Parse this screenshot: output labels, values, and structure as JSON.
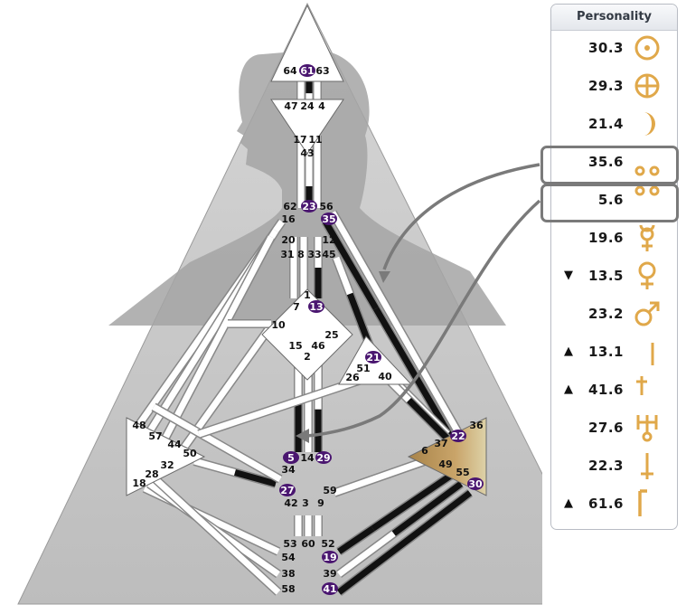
{
  "panel": {
    "title": "Personality",
    "rows": [
      {
        "mark": "",
        "value": "30.3",
        "planet": "sun-icon"
      },
      {
        "mark": "",
        "value": "29.3",
        "planet": "earth-icon"
      },
      {
        "mark": "",
        "value": "21.4",
        "planet": "moon-icon"
      },
      {
        "mark": "",
        "value": "35.6",
        "planet": "north-node-icon"
      },
      {
        "mark": "",
        "value": "5.6",
        "planet": "south-node-icon"
      },
      {
        "mark": "",
        "value": "19.6",
        "planet": "mercury-icon"
      },
      {
        "mark": "▼",
        "value": "13.5",
        "planet": "venus-icon"
      },
      {
        "mark": "",
        "value": "23.2",
        "planet": "mars-icon"
      },
      {
        "mark": "▲",
        "value": "13.1",
        "planet": "jupiter-icon"
      },
      {
        "mark": "▲",
        "value": "41.6",
        "planet": "saturn-icon"
      },
      {
        "mark": "",
        "value": "27.6",
        "planet": "uranus-icon"
      },
      {
        "mark": "",
        "value": "22.3",
        "planet": "neptune-icon"
      },
      {
        "mark": "▲",
        "value": "61.6",
        "planet": "pluto-icon"
      }
    ]
  },
  "colors": {
    "symbol": "#e0a84a",
    "highlight": "#7a7a7a",
    "activated_gate": "#4a1670",
    "channel_black": "#111111",
    "defined_center_ochre": "#a8844a"
  },
  "gates": [
    {
      "label": "64",
      "active": false
    },
    {
      "label": "61",
      "active": true
    },
    {
      "label": "63",
      "active": false
    },
    {
      "label": "47",
      "active": false
    },
    {
      "label": "24",
      "active": false
    },
    {
      "label": "4",
      "active": false
    },
    {
      "label": "17",
      "active": false
    },
    {
      "label": "11",
      "active": false
    },
    {
      "label": "43",
      "active": false
    },
    {
      "label": "62",
      "active": false
    },
    {
      "label": "23",
      "active": true
    },
    {
      "label": "56",
      "active": false
    },
    {
      "label": "16",
      "active": false
    },
    {
      "label": "35",
      "active": true
    },
    {
      "label": "20",
      "active": false
    },
    {
      "label": "12",
      "active": false
    },
    {
      "label": "31",
      "active": false
    },
    {
      "label": "8",
      "active": false
    },
    {
      "label": "33",
      "active": false
    },
    {
      "label": "45",
      "active": false
    },
    {
      "label": "1",
      "active": false
    },
    {
      "label": "7",
      "active": false
    },
    {
      "label": "13",
      "active": true
    },
    {
      "label": "10",
      "active": false
    },
    {
      "label": "25",
      "active": false
    },
    {
      "label": "15",
      "active": false
    },
    {
      "label": "46",
      "active": false
    },
    {
      "label": "2",
      "active": false
    },
    {
      "label": "21",
      "active": true
    },
    {
      "label": "51",
      "active": false
    },
    {
      "label": "26",
      "active": false
    },
    {
      "label": "40",
      "active": false
    },
    {
      "label": "48",
      "active": false
    },
    {
      "label": "57",
      "active": false
    },
    {
      "label": "44",
      "active": false
    },
    {
      "label": "50",
      "active": false
    },
    {
      "label": "32",
      "active": false
    },
    {
      "label": "28",
      "active": false
    },
    {
      "label": "18",
      "active": false
    },
    {
      "label": "5",
      "active": true
    },
    {
      "label": "14",
      "active": false
    },
    {
      "label": "29",
      "active": true
    },
    {
      "label": "34",
      "active": false
    },
    {
      "label": "27",
      "active": true
    },
    {
      "label": "59",
      "active": false
    },
    {
      "label": "42",
      "active": false
    },
    {
      "label": "3",
      "active": false
    },
    {
      "label": "9",
      "active": false
    },
    {
      "label": "36",
      "active": false
    },
    {
      "label": "22",
      "active": true
    },
    {
      "label": "6",
      "active": false
    },
    {
      "label": "37",
      "active": false
    },
    {
      "label": "49",
      "active": false
    },
    {
      "label": "55",
      "active": false
    },
    {
      "label": "30",
      "active": true
    },
    {
      "label": "53",
      "active": false
    },
    {
      "label": "60",
      "active": false
    },
    {
      "label": "52",
      "active": false
    },
    {
      "label": "54",
      "active": false
    },
    {
      "label": "19",
      "active": true
    },
    {
      "label": "38",
      "active": false
    },
    {
      "label": "39",
      "active": false
    },
    {
      "label": "58",
      "active": false
    },
    {
      "label": "41",
      "active": true
    }
  ]
}
